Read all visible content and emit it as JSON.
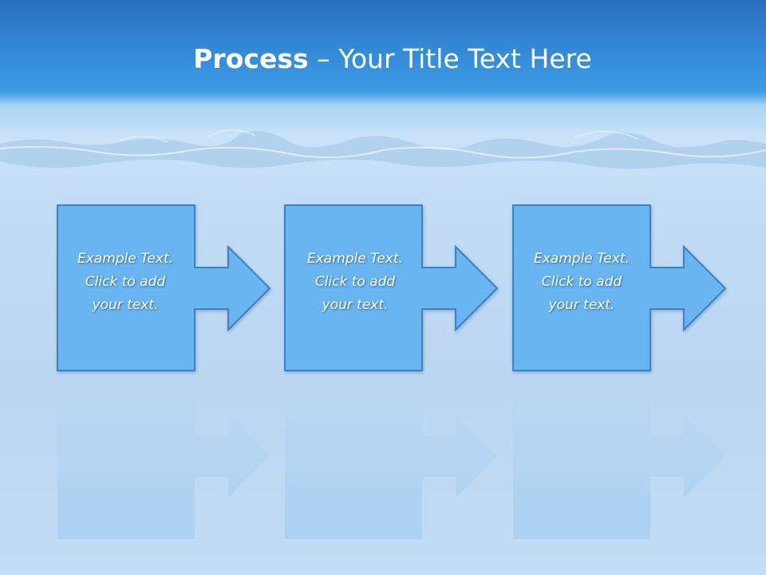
{
  "slide": {
    "title_bold": "Process",
    "title_rest": " – Your Title Text Here"
  },
  "process": {
    "steps": [
      {
        "lines": [
          "Example Text.",
          "Click  to add",
          "your text."
        ]
      },
      {
        "lines": [
          "Example Text.",
          "Click  to add",
          "your text."
        ]
      },
      {
        "lines": [
          "Example Text.",
          "Click  to add",
          "your text."
        ]
      }
    ]
  },
  "colors": {
    "shape_fill": "#67b5f2",
    "shape_stroke": "#3f7fc0",
    "header_blue": "#3389d6",
    "text": "#ffffff"
  }
}
